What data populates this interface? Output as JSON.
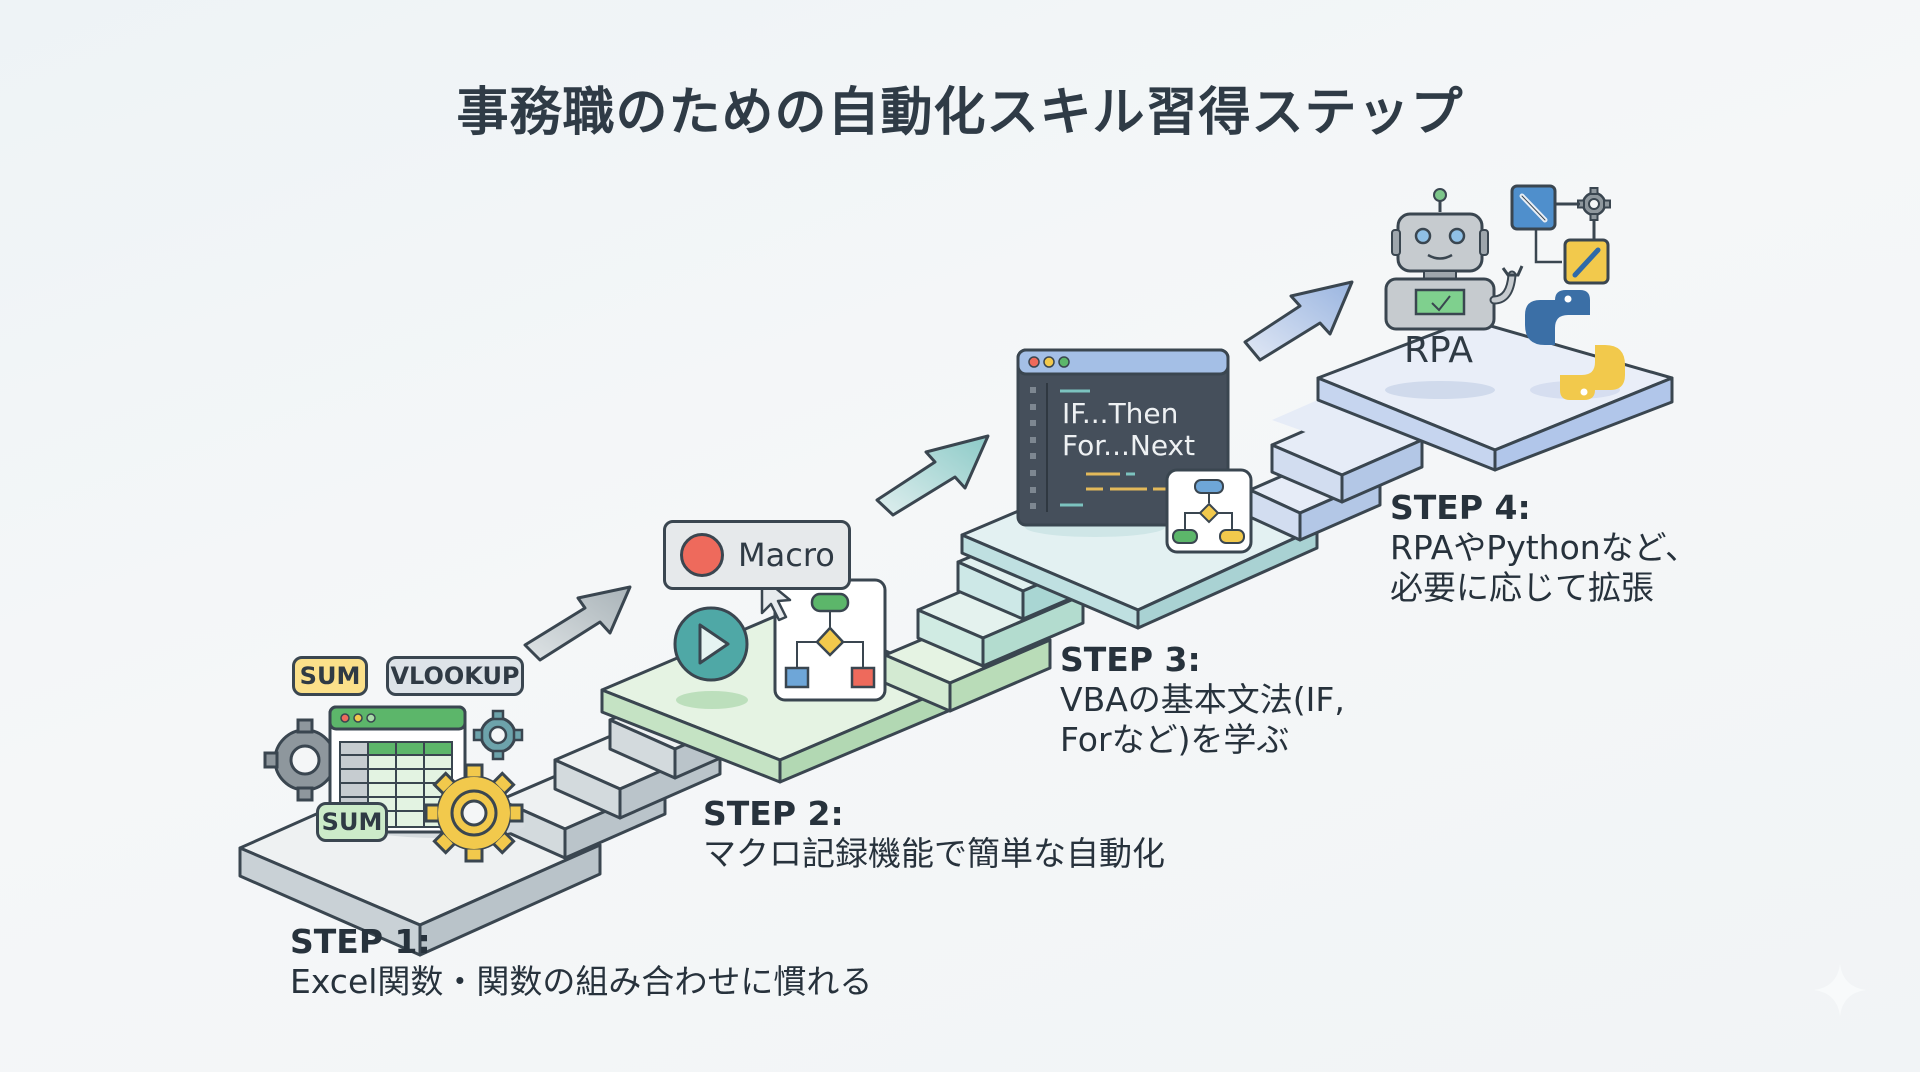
{
  "title": "事務職のための自動化スキル習得ステップ",
  "steps": [
    {
      "heading": "STEP 1:",
      "text": "Excel関数・関数の組み合わせに慣れる",
      "color": "#c9d3d8",
      "icons": {
        "tags": [
          "SUM",
          "VLOOKUP",
          "SUM"
        ]
      }
    },
    {
      "heading": "STEP 2:",
      "text": "マクロ記録機能で簡単な自動化",
      "color": "#cfe8cf",
      "icons": {
        "macro_button": "Macro"
      }
    },
    {
      "heading": "STEP 3:",
      "text_lines": [
        "VBAの基本文法(IF,",
        "Forなど)を学ぶ"
      ],
      "color": "#c7e3e4",
      "icons": {
        "code_lines": [
          "IF...Then",
          "For...Next"
        ]
      }
    },
    {
      "heading": "STEP 4:",
      "text_lines": [
        "RPAやPythonなど、",
        "必要に応じて拡張"
      ],
      "color": "#c5d5ee",
      "icons": {
        "rpa_label": "RPA"
      }
    }
  ],
  "colors": {
    "outline": "#3a4650",
    "step1": "#d7dee2",
    "step2": "#cdebcf",
    "step3": "#cae6e6",
    "step4": "#cfdcf2",
    "accent_red": "#ee6a5c",
    "accent_yellow": "#f2c94c",
    "accent_green": "#5cb66a",
    "accent_blue": "#6ea6d8",
    "accent_teal": "#4fa8a6"
  }
}
